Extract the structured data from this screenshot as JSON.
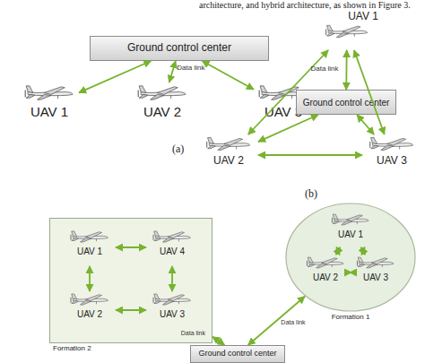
{
  "diagram": {
    "nodes": [
      {
        "text": [
          "Ground control center"
        ]
      },
      {
        "text": [
          "UAV 1"
        ]
      },
      {
        "text": [
          "UAV 2"
        ]
      },
      {
        "text": [
          "UAV 3"
        ]
      },
      {
        "text": [
          "UAV 1"
        ]
      },
      {
        "text": [
          "Ground control center"
        ]
      },
      {
        "text": [
          "UAV 2"
        ]
      },
      {
        "text": [
          "UAV 3"
        ]
      },
      {
        "text": [
          "Formation 2"
        ]
      },
      {
        "text": [
          "UAV 1"
        ],
        "in": 8
      },
      {
        "text": [
          "UAV 4"
        ],
        "in": 8
      },
      {
        "text": [
          "UAV 2"
        ],
        "in": 8
      },
      {
        "text": [
          "UAV 3"
        ],
        "in": 8
      },
      {
        "text": [
          "Formation 1"
        ]
      },
      {
        "text": [
          "UAV 1"
        ],
        "in": 13
      },
      {
        "text": [
          "UAV 2"
        ],
        "in": 13
      },
      {
        "text": [
          "UAV 3"
        ],
        "in": 13
      },
      {
        "text": [
          "Ground control center"
        ]
      }
    ],
    "edges": [
      {
        "from": 0,
        "to": 1,
        "arrow": "both"
      },
      {
        "from": 0,
        "to": 2,
        "label": "Data link",
        "arrow": "both"
      },
      {
        "from": 0,
        "to": 3,
        "arrow": "both"
      },
      {
        "from": 5,
        "to": 4,
        "label": "Data link",
        "arrow": "both"
      },
      {
        "from": 5,
        "to": 6,
        "arrow": "both"
      },
      {
        "from": 5,
        "to": 7,
        "arrow": "both"
      },
      {
        "from": 4,
        "to": 6,
        "arrow": "both"
      },
      {
        "from": 4,
        "to": 7,
        "arrow": "both"
      },
      {
        "from": 6,
        "to": 7,
        "arrow": "both"
      },
      {
        "from": 9,
        "to": 10,
        "arrow": "both"
      },
      {
        "from": 9,
        "to": 11,
        "arrow": "both"
      },
      {
        "from": 10,
        "to": 12,
        "arrow": "both"
      },
      {
        "from": 11,
        "to": 12,
        "arrow": "both"
      },
      {
        "from": 14,
        "to": 15,
        "arrow": "both"
      },
      {
        "from": 14,
        "to": 16,
        "arrow": "both"
      },
      {
        "from": 15,
        "to": 16,
        "arrow": "both"
      },
      {
        "from": 17,
        "to": 8,
        "label": "Data link",
        "arrow": "both"
      },
      {
        "from": 17,
        "to": 13,
        "label": "Data link",
        "arrow": "both"
      }
    ],
    "labels": [
      "architecture, and hybrid architecture, as shown in Figure 3.",
      "(a)",
      "(b)"
    ]
  }
}
